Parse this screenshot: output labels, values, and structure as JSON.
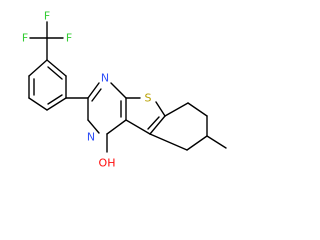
{
  "structure": {
    "type": "chemical-structure",
    "atoms": [
      {
        "id": "f1",
        "label": "F"
      },
      {
        "id": "f2",
        "label": "F"
      },
      {
        "id": "f3",
        "label": "F"
      },
      {
        "id": "n1",
        "label": "N"
      },
      {
        "id": "n3",
        "label": "N"
      },
      {
        "id": "s1",
        "label": "S"
      },
      {
        "id": "oh",
        "label": "OH"
      }
    ],
    "colors": {
      "bond": "#000000",
      "fluorine": "#33cc33",
      "nitrogen": "#3050f8",
      "sulfur": "#b8a000",
      "oxygen": "#ff0d0d"
    }
  }
}
